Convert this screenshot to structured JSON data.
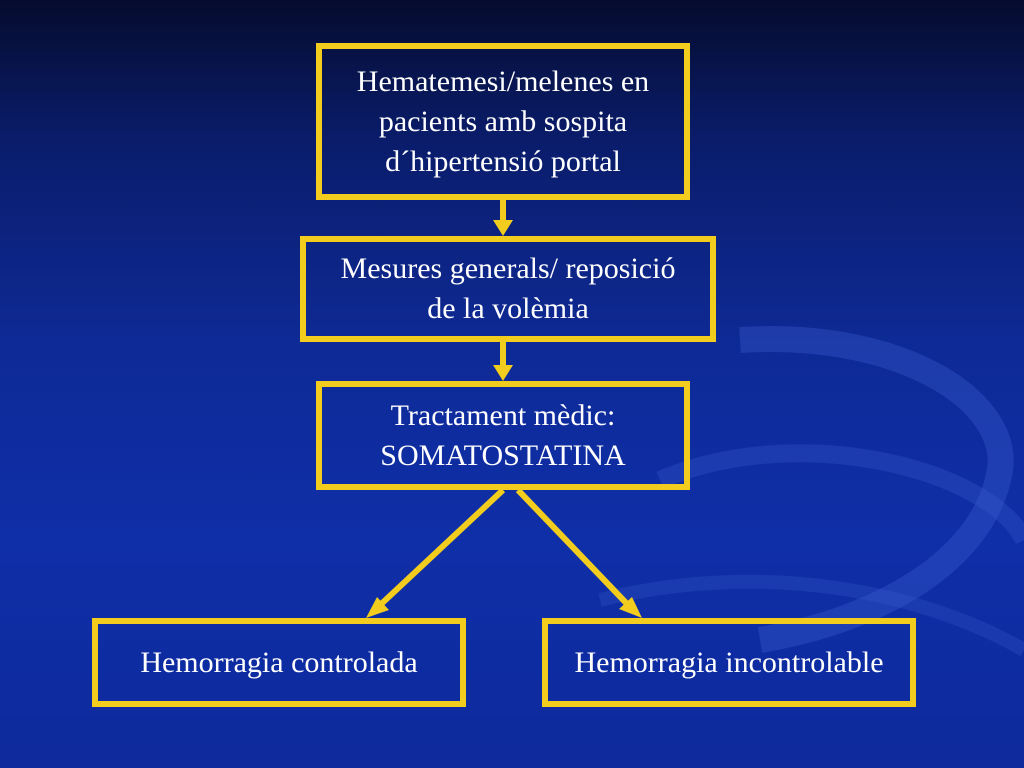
{
  "diagram": {
    "nodes": [
      {
        "id": "n1",
        "label": "Hematemesi/melenes en\npacients amb sospita\nd´hipertensió portal"
      },
      {
        "id": "n2",
        "label": "Mesures generals/ reposició\nde la volèmia"
      },
      {
        "id": "n3",
        "label": "Tractament mèdic:\nSOMATOSTATINA"
      },
      {
        "id": "n4",
        "label": "Hemorragia controlada"
      },
      {
        "id": "n5",
        "label": "Hemorragia incontrolable"
      }
    ],
    "edges": [
      {
        "from": "n1",
        "to": "n2"
      },
      {
        "from": "n2",
        "to": "n3"
      },
      {
        "from": "n3",
        "to": "n4"
      },
      {
        "from": "n3",
        "to": "n5"
      }
    ]
  },
  "colors": {
    "background": "#0e2a96",
    "box_border": "#f2cd1d",
    "arrow": "#f2cd1d",
    "text": "#ffffff"
  }
}
